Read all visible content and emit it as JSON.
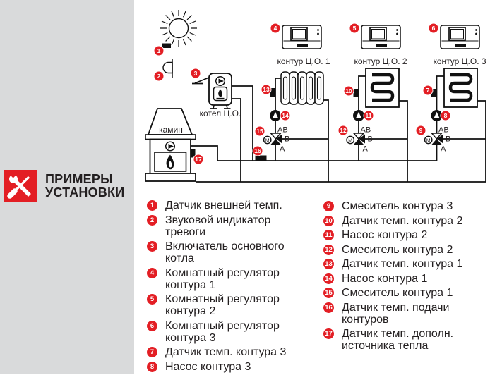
{
  "title": {
    "line1": "ПРИМЕРЫ",
    "line2": "УСТАНОВКИ"
  },
  "colors": {
    "accent": "#e31e24",
    "line": "#111111",
    "sidebar_bg": "#d9dadb"
  },
  "diagram": {
    "boiler_label": "котел Ц.О.",
    "fireplace_label": "камин",
    "circuit_labels": [
      "контур Ц.О. 1",
      "контур Ц.О. 2",
      "контур Ц.О. 3"
    ],
    "valve": {
      "top": "AB",
      "right": "B",
      "bottom": "A",
      "motor": "M"
    },
    "markers": [
      "1",
      "2",
      "3",
      "4",
      "5",
      "6",
      "7",
      "8",
      "9",
      "10",
      "11",
      "12",
      "13",
      "14",
      "15",
      "16",
      "17"
    ]
  },
  "legend": {
    "col1": [
      {
        "num": "1",
        "label": "Датчик внешней темп."
      },
      {
        "num": "2",
        "label": "Звуковой индикатор тревоги"
      },
      {
        "num": "3",
        "label": "Включатель основного котла"
      },
      {
        "num": "4",
        "label": "Комнатный регулятор контура 1"
      },
      {
        "num": "5",
        "label": "Комнатный регулятор контура 2"
      },
      {
        "num": "6",
        "label": "Комнатный регулятор контура 3"
      },
      {
        "num": "7",
        "label": "Датчик темп. контура 3"
      },
      {
        "num": "8",
        "label": "Насос контура 3"
      }
    ],
    "col2": [
      {
        "num": "9",
        "label": "Смеситель контура 3"
      },
      {
        "num": "10",
        "label": "Датчик темп. контура 2"
      },
      {
        "num": "11",
        "label": "Насос контура 2"
      },
      {
        "num": "12",
        "label": "Смеситель контура 2"
      },
      {
        "num": "13",
        "label": "Датчик темп. контура 1"
      },
      {
        "num": "14",
        "label": "Насос контура 1"
      },
      {
        "num": "15",
        "label": "Смеситель контура 1"
      },
      {
        "num": "16",
        "label": "Датчик темп. подачи контуров"
      },
      {
        "num": "17",
        "label": "Датчик темп. дополн. источника тепла"
      }
    ]
  }
}
